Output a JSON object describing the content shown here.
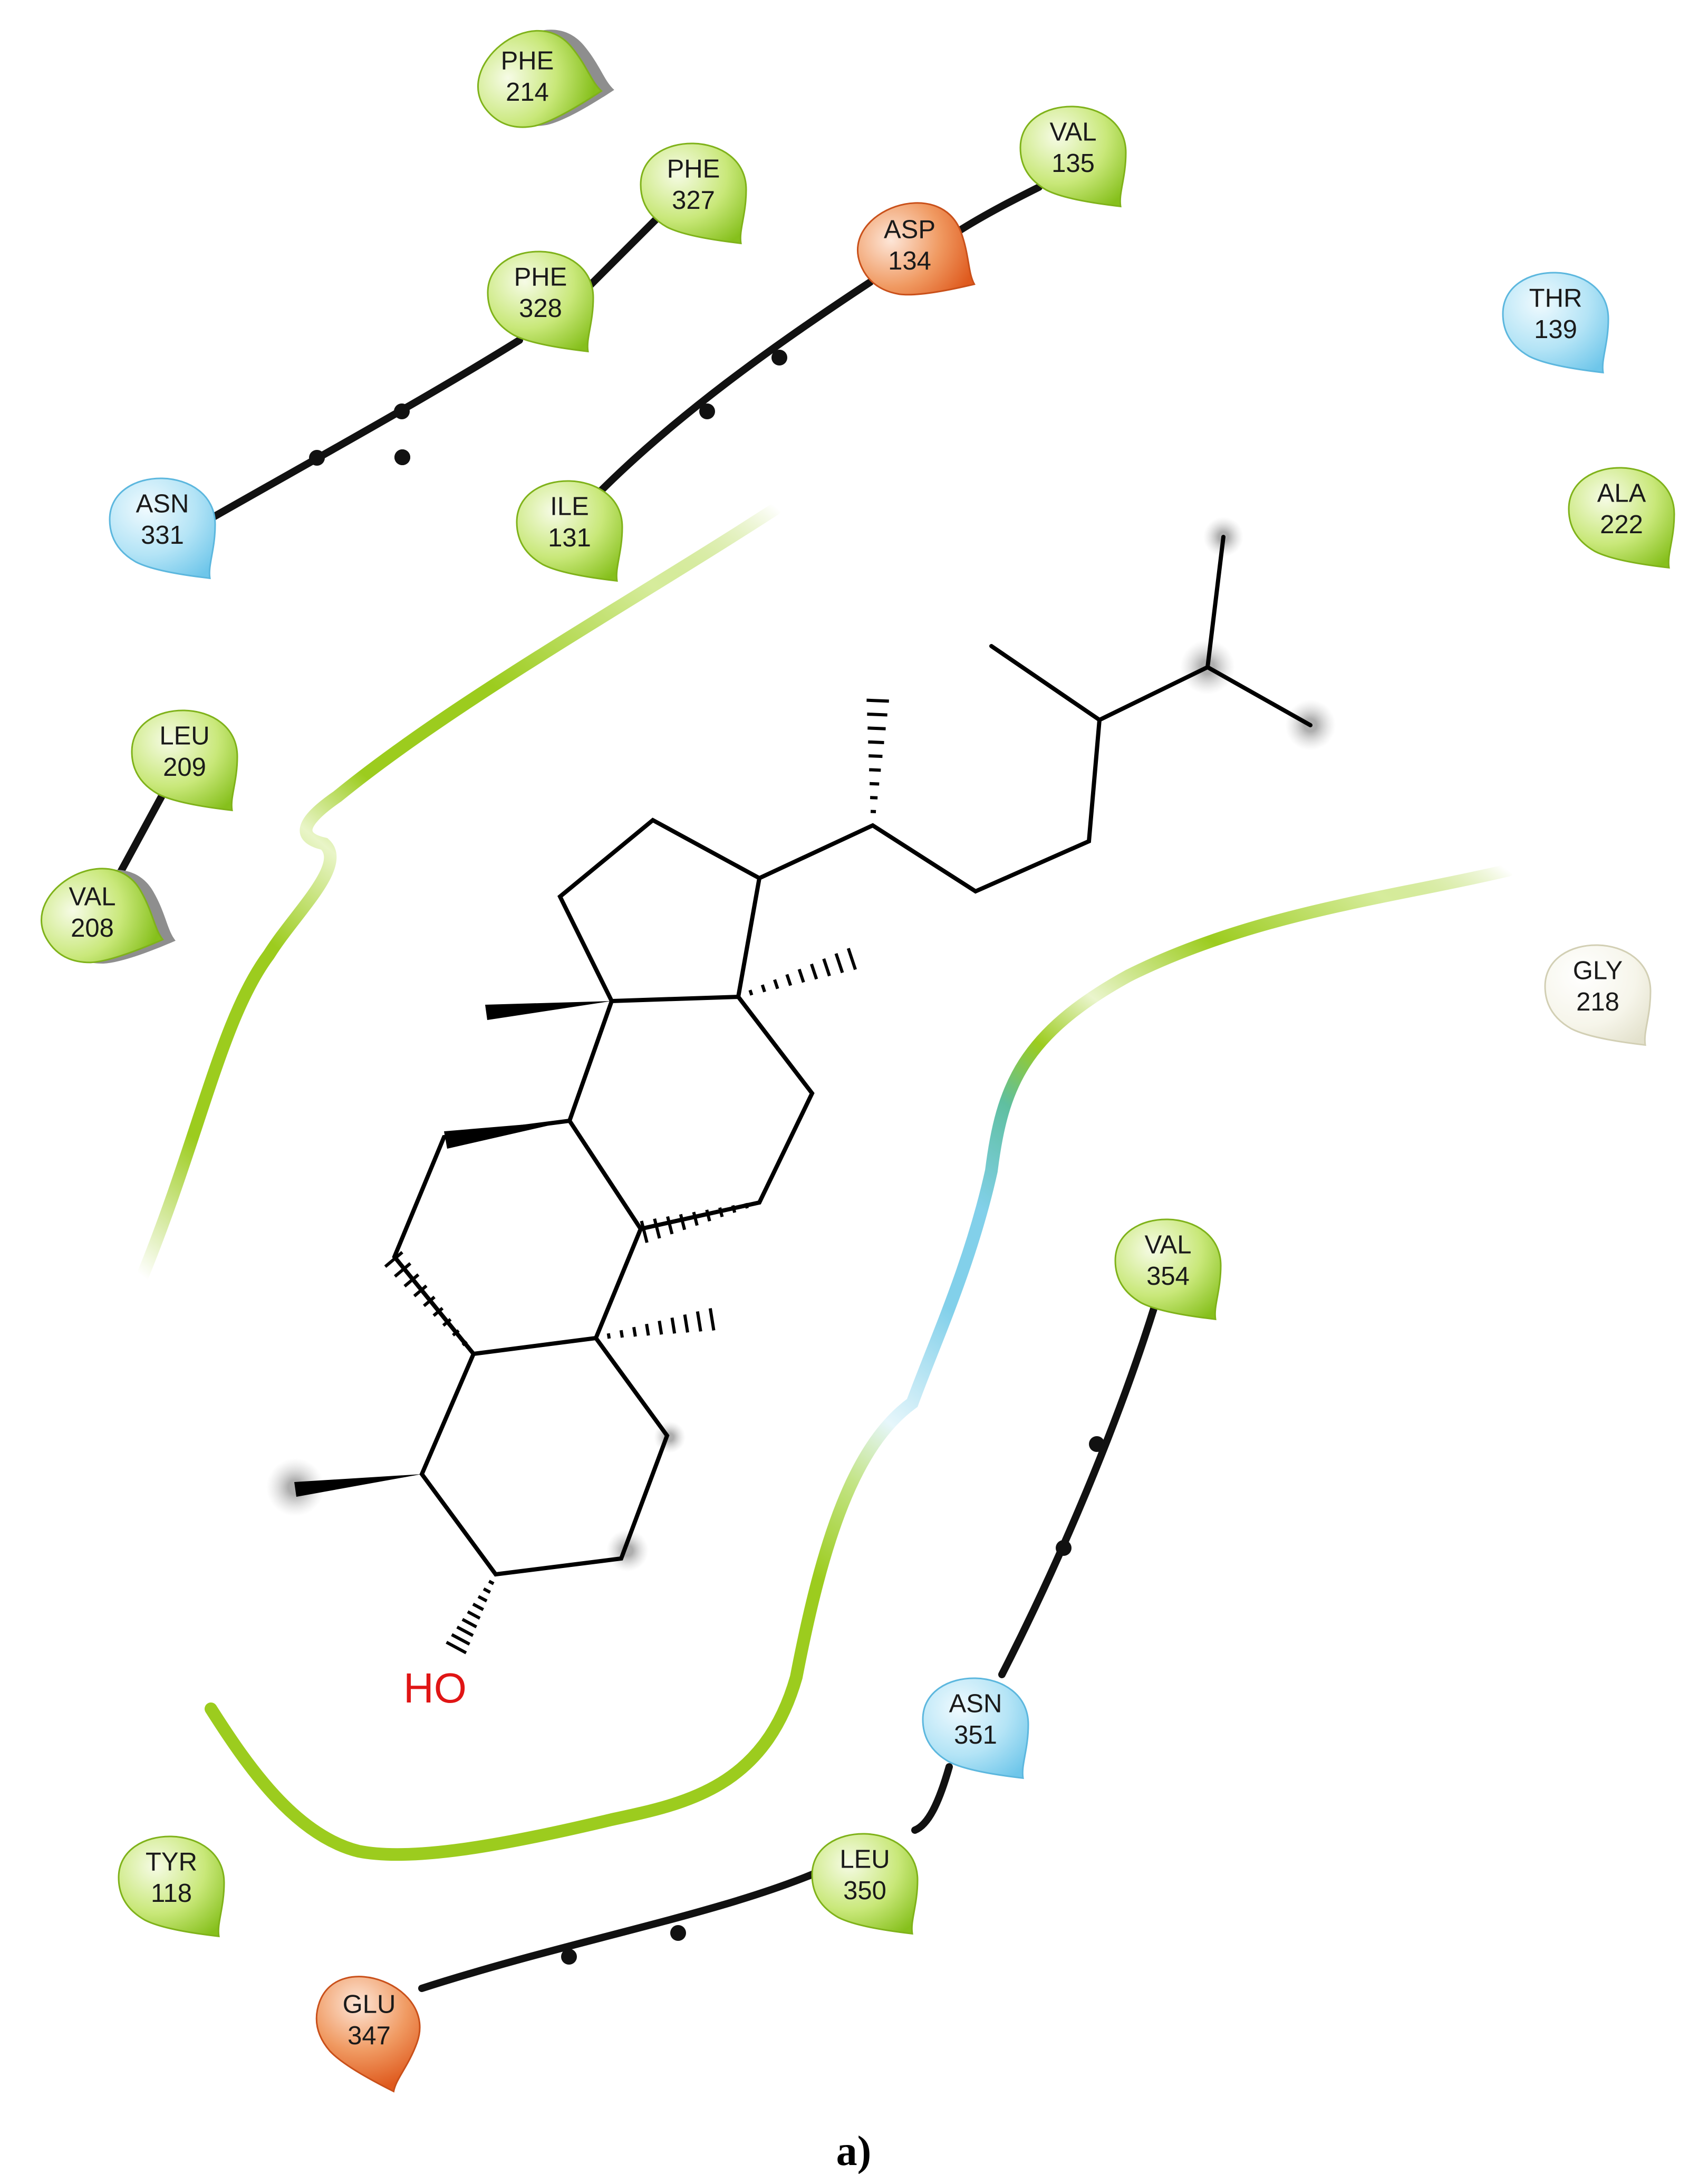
{
  "caption": "a)",
  "ligand": {
    "hydroxyl_label": "HO"
  },
  "colors": {
    "hydrophobic": "#9bd12a",
    "polar": "#7fd0f0",
    "negative": "#e86a30",
    "glycine": "#f0efe0",
    "pocket_green": "#9ccc1e",
    "pocket_cyan": "#82d0ea",
    "pocket_teal": "#5fbfa0",
    "bond": "#000000",
    "hydroxyl": "#e01515"
  },
  "residues": [
    {
      "id": "phe214",
      "name": "PHE",
      "num": "214",
      "type": "hydrophobic",
      "shadow": true
    },
    {
      "id": "phe327",
      "name": "PHE",
      "num": "327",
      "type": "hydrophobic",
      "shadow": false
    },
    {
      "id": "phe328",
      "name": "PHE",
      "num": "328",
      "type": "hydrophobic",
      "shadow": false
    },
    {
      "id": "asn331",
      "name": "ASN",
      "num": "331",
      "type": "polar",
      "shadow": false
    },
    {
      "id": "val135",
      "name": "VAL",
      "num": "135",
      "type": "hydrophobic",
      "shadow": false
    },
    {
      "id": "asp134",
      "name": "ASP",
      "num": "134",
      "type": "negative",
      "shadow": false
    },
    {
      "id": "ile131",
      "name": "ILE",
      "num": "131",
      "type": "hydrophobic",
      "shadow": false
    },
    {
      "id": "thr139",
      "name": "THR",
      "num": "139",
      "type": "polar",
      "shadow": false
    },
    {
      "id": "ala222",
      "name": "ALA",
      "num": "222",
      "type": "hydrophobic",
      "shadow": false
    },
    {
      "id": "leu209",
      "name": "LEU",
      "num": "209",
      "type": "hydrophobic",
      "shadow": false
    },
    {
      "id": "val208",
      "name": "VAL",
      "num": "208",
      "type": "hydrophobic",
      "shadow": true
    },
    {
      "id": "gly218",
      "name": "GLY",
      "num": "218",
      "type": "glycine",
      "shadow": false
    },
    {
      "id": "val354",
      "name": "VAL",
      "num": "354",
      "type": "hydrophobic",
      "shadow": false
    },
    {
      "id": "asn351",
      "name": "ASN",
      "num": "351",
      "type": "polar",
      "shadow": false
    },
    {
      "id": "leu350",
      "name": "LEU",
      "num": "350",
      "type": "hydrophobic",
      "shadow": false
    },
    {
      "id": "tyr118",
      "name": "TYR",
      "num": "118",
      "type": "hydrophobic",
      "shadow": false
    },
    {
      "id": "glu347",
      "name": "GLU",
      "num": "347",
      "type": "negative",
      "shadow": false
    }
  ]
}
